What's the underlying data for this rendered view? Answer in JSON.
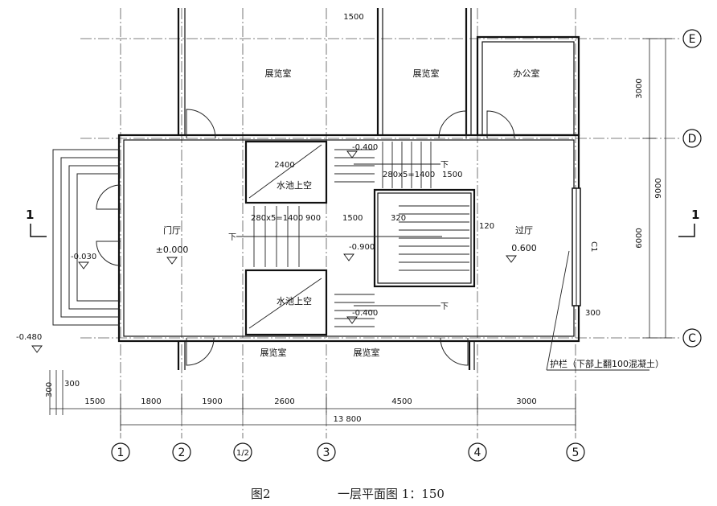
{
  "caption": {
    "figure": "图2",
    "title": "一层平面图 1：150"
  },
  "rooms": {
    "exhibit_a": "展览室",
    "exhibit_b": "展览室",
    "office": "办公室",
    "foyer": "门厅",
    "foyer_level": "±0.000",
    "hall": "过厅",
    "hall_level": "0.600",
    "pool_top": "水池上空",
    "pool_bottom": "水池上空",
    "exhibit_c": "展览室",
    "exhibit_d": "展览室"
  },
  "levels": {
    "entrance": "-0.030",
    "outside": "-0.480",
    "landing_top": "-0.400",
    "landing_mid": "-0.900",
    "landing_bottom": "-0.400"
  },
  "stairs": {
    "run_upper": "280x5=1400",
    "run_left": "280x5=1400",
    "down_1": "下",
    "down_2": "下",
    "down_3": "下"
  },
  "dims": {
    "top_1500": "1500",
    "pool_2400": "2400",
    "d_1500_right": "1500",
    "d_900": "900",
    "d_1500_mid": "1500",
    "d_320": "320",
    "d_120": "120",
    "d_300_window": "300",
    "w_300": "300",
    "w_300b": "300",
    "b_1500": "1500",
    "b_1800": "1800",
    "b_1900": "1900",
    "b_2600": "2600",
    "b_4500": "4500",
    "b_3000": "3000",
    "total": "13 800",
    "r_3000": "3000",
    "r_6000": "6000",
    "r_9000": "9000"
  },
  "window_tag": "C1",
  "note": "护栏（下部上翻100混凝土）",
  "section_marks": {
    "left": "1",
    "right": "1"
  },
  "axes": {
    "col": [
      "1",
      "2",
      "1/2",
      "3",
      "4",
      "5"
    ],
    "row": [
      "E",
      "D",
      "C"
    ]
  }
}
